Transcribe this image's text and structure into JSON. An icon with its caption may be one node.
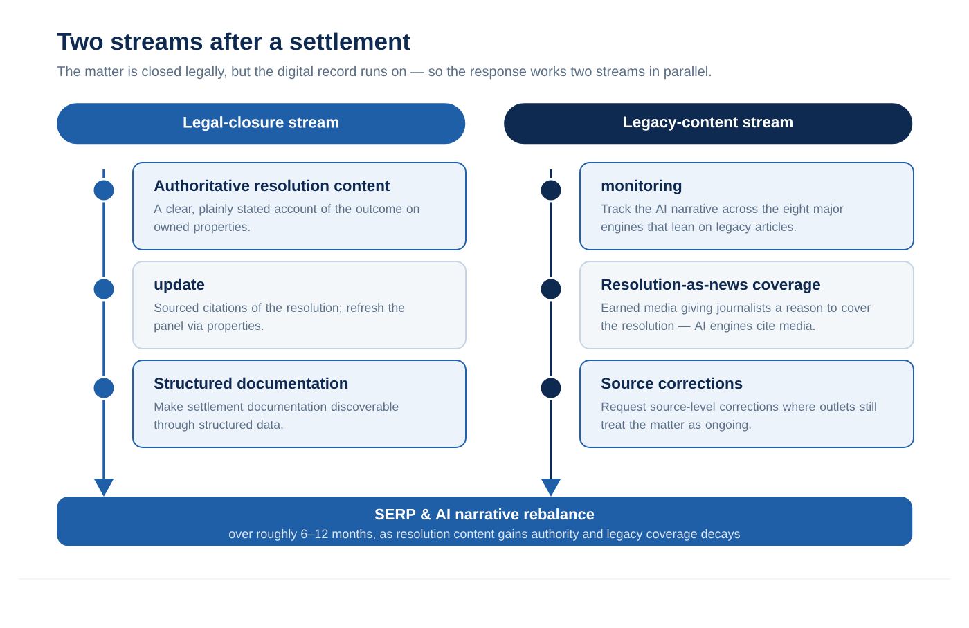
{
  "diagram": {
    "title": "Two streams after a settlement",
    "nodes": [
      {
        "text": [
          "Legal-closure stream"
        ]
      },
      {
        "text": [
          "Legacy-content stream"
        ]
      },
      {
        "text": [
          "Authoritative resolution content",
          "A clear, plainly stated account of the outcome on owned properties."
        ]
      },
      {
        "text": [
          "update",
          "Sourced citations of the resolution; refresh the panel via properties."
        ]
      },
      {
        "text": [
          "Structured documentation",
          "Make settlement documentation discoverable through structured data."
        ]
      },
      {
        "text": [
          "monitoring",
          "Track the AI narrative across the eight major engines that lean on legacy articles."
        ]
      },
      {
        "text": [
          "Resolution-as-news coverage",
          "Earned media giving journalists a reason to cover the resolution — AI engines cite media."
        ]
      },
      {
        "text": [
          "Source corrections",
          "Request source-level corrections where outlets still treat the matter as ongoing."
        ]
      },
      {
        "text": [
          "SERP & AI narrative rebalance",
          "over roughly 6–12 months, as resolution content gains authority and legacy coverage decays"
        ]
      }
    ],
    "edges": [
      {
        "from": null,
        "to": 8,
        "arrow": "to",
        "color": "#1f5fa8"
      },
      {
        "from": null,
        "to": 8,
        "arrow": "to",
        "color": "#0f2a50"
      }
    ],
    "labels": [
      "The matter is closed legally, but the digital record runs on — so the response works two streams in parallel."
    ]
  }
}
